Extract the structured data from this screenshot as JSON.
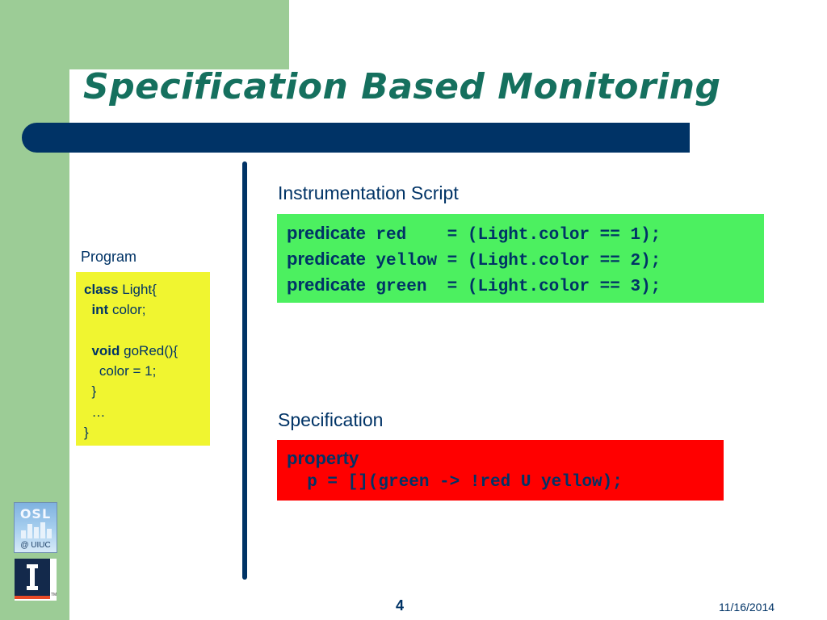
{
  "slide": {
    "title": "Specification Based Monitoring",
    "page_number": "4",
    "date": "11/16/2014"
  },
  "program": {
    "label": "Program",
    "line1": {
      "kw": "class",
      "text": " Light{"
    },
    "line2": {
      "kw": "  int",
      "text": " color;"
    },
    "line4": {
      "kw": "  void",
      "text": " goRed(){"
    },
    "line5": "    color = 1;",
    "line6": "  }",
    "line7": "  …",
    "line8": "}"
  },
  "instrumentation": {
    "label": "Instrumentation Script",
    "lines": [
      {
        "kw": "predicate",
        "code": " red    = (Light.color == 1);"
      },
      {
        "kw": "predicate",
        "code": " yellow = (Light.color == 2);"
      },
      {
        "kw": "predicate",
        "code": " green  = (Light.color == 3);"
      }
    ]
  },
  "specification": {
    "label": "Specification",
    "kw": "property",
    "code": "  p = [](green -> !red U yellow);"
  },
  "logos": {
    "osl_mark": "OSL",
    "osl_text": "@ UIUC",
    "illinois_tm": "TM"
  },
  "colors": {
    "title": "#15705e",
    "navy": "#003366",
    "sidebar_green": "#9ccc96",
    "program_bg": "#f0f530",
    "instr_bg": "#4cf060",
    "spec_bg": "#ff0000",
    "illinois_orange": "#e84a27"
  }
}
